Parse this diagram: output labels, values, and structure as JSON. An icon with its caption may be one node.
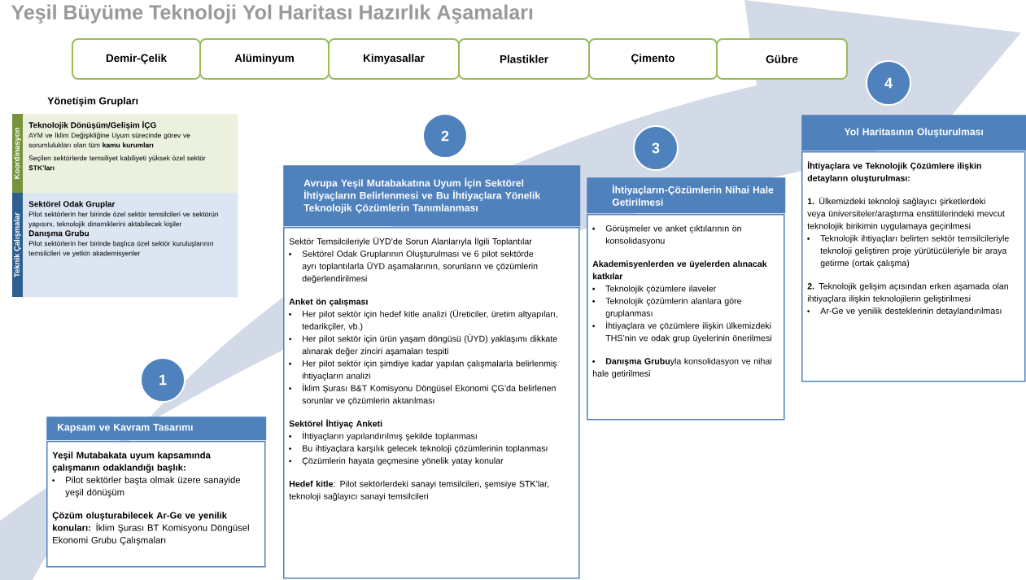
{
  "diagram": {
    "title": "Yeşil Büyüme Teknoloji Yol Haritası Hazırlık Aşamaları",
    "nodes": [
      {
        "text": [
          "Demir-Çelik"
        ]
      },
      {
        "text": [
          "Alüminyum"
        ]
      },
      {
        "text": [
          "Kimyasallar"
        ]
      },
      {
        "text": [
          "Plastikler"
        ]
      },
      {
        "text": [
          "Çimento"
        ]
      },
      {
        "text": [
          "Gübre"
        ]
      },
      {
        "text": [
          "Koordinasyon",
          "Teknolojik Dönüşüm/Gelişim İÇG",
          "AYM ve İklim Değişikliğine Uyum sürecinde görev ve sorumlulukları olan tüm **kamu kurumları**",
          "Seçilen sektörlerde temsiliyet kabiliyeti yüksek özel sektör **STK’ları**"
        ]
      },
      {
        "text": [
          "Teknik Çalışmalar",
          "Sektörel Odak Gruplar",
          "Pilot sektörlerin her birinde özel sektör temsilcileri ve sektörün yapısını, teknolojik dinamiklerini aktabilecek kişiler",
          "Danışma Grubu",
          "Pilot sektörlerin her birinde başlıca özel sektör kuruluşlarının temsilcileri ve yetkin akademisyenler"
        ]
      },
      {
        "text": [
          "1"
        ]
      },
      {
        "text": [
          "Kapsam ve Kavram Tasarımı",
          "Yeşil Mutabakata uyum kapsamında çalışmanın odaklandığı başlık:",
          "Pilot sektörler başta olmak üzere sanayide yeşil dönüşüm",
          "**Çözüm oluşturabilecek Ar-Ge ve yenilik konuları:** İklim Şurası BT Komisyonu Döngüsel Ekonomi Grubu Çalışmaları"
        ]
      },
      {
        "text": [
          "2"
        ]
      },
      {
        "text": [
          "Avrupa Yeşil Mutabakatına Uyum İçin Sektörel İhtiyaçların Belirlenmesi ve Bu İhtiyaçlara Yönelik Teknolojik Çözümlerin Tanımlanması",
          "Sektör Temsilcileriyle ÜYD’de Sorun Alanlarıyla İlgili Toplantılar",
          "Sektörel Odak Gruplarının Oluşturulması ve 6 pilot sektörde ayrı toplantılarla ÜYD aşamalarının, sorunların ve çözümlerin değerlendirilmesi",
          "Anket ön çalışması",
          "Her pilot sektör için hedef kitle analizi (Üreticiler, üretim altyapıları, tedarikçiler, vb.)",
          "Her pilot sektör için ürün yaşam döngüsü (ÜYD) yaklaşımı dikkate alınarak değer zinciri aşamaları tespiti",
          "Her pilot sektör için şimdiye kadar yapılan çalışmalarla belirlenmiş ihtiyaçların analizi",
          "İklim Şurası B&T Komisyonu Döngüsel Ekonomi ÇG’da belirlenen sorunlar ve çözümlerin aktarılması",
          "Sektörel İhtiyaç Anketi",
          "İhtiyaçların yapılandırılmış şekilde toplanması",
          "Bu ihtiyaçlara karşılık gelecek teknoloji çözümlerinin toplanması",
          "Çözümlerin hayata geçmesine yönelik yatay konular",
          "**Hedef kitle**: Pilot sektörlerdeki sanayi temsilcileri, şemsiye STK’lar, teknoloji sağlayıcı sanayi temsilcileri"
        ]
      },
      {
        "text": [
          "3"
        ]
      },
      {
        "text": [
          "İhtiyaçların-Çözümlerin Nihai Hale Getirilmesi",
          "Görüşmeler ve anket çıktılarının ön konsolidasyonu",
          "Akademisyenlerden ve üyelerden alınacak katkılar",
          "Teknolojik çözümlere ilaveler",
          "Teknolojik çözümlerin alanlara göre gruplanması",
          "İhtiyaçlara ve çözümlere ilişkin ülkemizdeki THS’nin ve odak grup üyelerinin önerilmesi",
          "**Danışma Grubu**yla konsolidasyon ve nihai hale getirilmesi"
        ]
      },
      {
        "text": [
          "4"
        ]
      },
      {
        "text": [
          "Yol Haritasının Oluşturulması",
          "**İhtiyaçlara ve Teknolojik Çözümlere ilişkin detayların oluşturulması**:",
          "**1.** Ülkemizdeki teknoloji sağlayıcı şirketlerdeki veya üniversiteler/araştırma enstitülerindeki mevcut teknolojik birikimin uygulamaya geçirilmesi",
          "Teknolojik ihtiyaçları belirten sektör temsilcileriyle teknoloji geliştiren proje yürütücüleriyle bir araya getirme (ortak çalışma)",
          "**2.** Teknolojik gelişim açısından erken aşamada olan ihtiyaçlara ilişkin teknolojilerin geliştirilmesi",
          "Ar-Ge ve yenilik desteklerinin detaylandırılması"
        ]
      }
    ],
    "labels": [
      "Yönetişim Grupları"
    ]
  }
}
